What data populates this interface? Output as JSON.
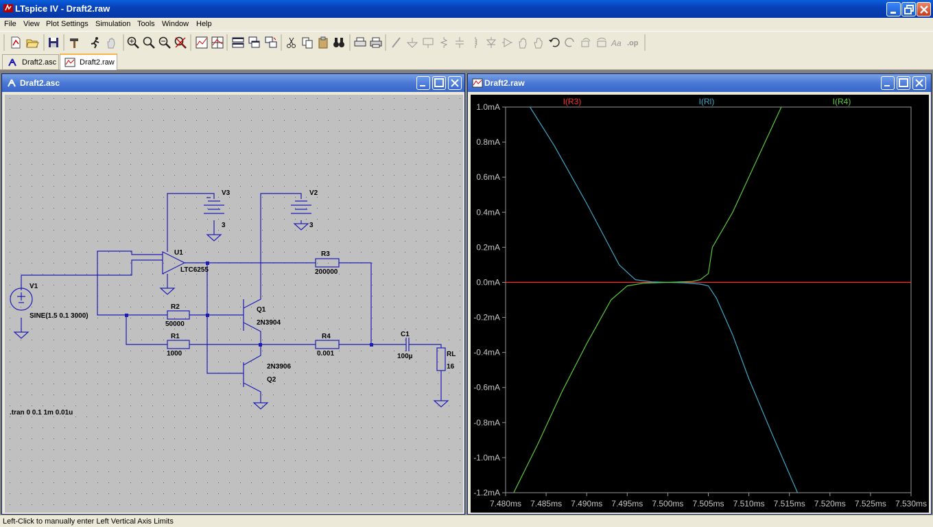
{
  "window": {
    "title": "LTspice IV - Draft2.raw",
    "title_bg": "#0842b8"
  },
  "menu": [
    "File",
    "View",
    "Plot Settings",
    "Simulation",
    "Tools",
    "Window",
    "Help"
  ],
  "tabs": [
    {
      "label": "Draft2.asc",
      "active": false
    },
    {
      "label": "Draft2.raw",
      "active": true
    }
  ],
  "schematic_window": {
    "title": "Draft2.asc",
    "labels": {
      "v1": "V1",
      "v1_value": "SINE(1.5 0.1 3000)",
      "v2": "V2",
      "v2_value": "3",
      "v3": "V3",
      "v3_value": "3",
      "u1": "U1",
      "u1_part": "LTC6255",
      "r1": "R1",
      "r1_value": "1000",
      "r2": "R2",
      "r2_value": "50000",
      "r3": "R3",
      "r3_value": "200000",
      "r4": "R4",
      "r4_value": "0.001",
      "c1": "C1",
      "c1_value": "100µ",
      "rl": "RL",
      "rl_value": "16",
      "q1": "Q1",
      "q1_part": "2N3904",
      "q2": "Q2",
      "q2_part": "2N3906",
      "directive": ".tran 0 0.1 1m 0.01u"
    },
    "wire_color": "#1c1cb4",
    "bg_color": "#c0c0c0"
  },
  "waveform_window": {
    "title": "Draft2.raw",
    "bg_color": "#000000"
  },
  "chart_data": {
    "type": "line",
    "title": "",
    "xlabel": "",
    "ylabel": "",
    "x_ticks": [
      "7.480ms",
      "7.485ms",
      "7.490ms",
      "7.495ms",
      "7.500ms",
      "7.505ms",
      "7.510ms",
      "7.515ms",
      "7.520ms",
      "7.525ms",
      "7.530ms"
    ],
    "y_ticks": [
      "1.0mA",
      "0.8mA",
      "0.6mA",
      "0.4mA",
      "0.2mA",
      "0.0mA",
      "-0.2mA",
      "-0.4mA",
      "-0.6mA",
      "-0.8mA",
      "-1.0mA",
      "-1.2mA"
    ],
    "xlim": [
      7.48,
      7.53
    ],
    "ylim": [
      -1.2,
      1.0
    ],
    "x_unit": "ms",
    "y_unit": "mA",
    "series": [
      {
        "name": "I(R3)",
        "color": "#ff3030",
        "x": [
          7.48,
          7.53
        ],
        "y": [
          0.0,
          0.0
        ]
      },
      {
        "name": "I(Rl)",
        "color": "#3fa9c9",
        "x": [
          7.483,
          7.486,
          7.49,
          7.494,
          7.496,
          7.498,
          7.5,
          7.502,
          7.504,
          7.505,
          7.506,
          7.508,
          7.51,
          7.513,
          7.516
        ],
        "y": [
          1.0,
          0.78,
          0.45,
          0.1,
          0.015,
          0.003,
          0.0,
          -0.003,
          -0.01,
          -0.02,
          -0.09,
          -0.3,
          -0.55,
          -0.88,
          -1.2
        ]
      },
      {
        "name": "I(R4)",
        "color": "#5ccc3c",
        "x": [
          7.481,
          7.484,
          7.487,
          7.49,
          7.493,
          7.495,
          7.497,
          7.5,
          7.503,
          7.504,
          7.505,
          7.5055,
          7.508,
          7.511,
          7.514
        ],
        "y": [
          -1.2,
          -0.92,
          -0.62,
          -0.35,
          -0.1,
          -0.02,
          -0.005,
          0.0,
          0.005,
          0.015,
          0.05,
          0.2,
          0.4,
          0.7,
          1.0
        ]
      }
    ]
  },
  "status": {
    "text": "Left-Click to manually enter Left Vertical Axis Limits"
  }
}
